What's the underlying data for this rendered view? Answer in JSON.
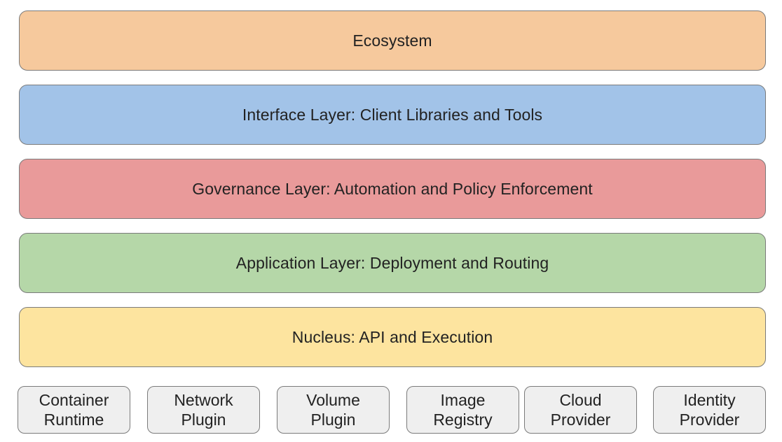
{
  "layers": [
    {
      "label": "Ecosystem",
      "color": "#f6c99d"
    },
    {
      "label": "Interface Layer: Client Libraries and Tools",
      "color": "#a2c3e8"
    },
    {
      "label": "Governance Layer: Automation and Policy Enforcement",
      "color": "#e99a9a"
    },
    {
      "label": "Application Layer: Deployment and Routing",
      "color": "#b5d7a8"
    },
    {
      "label": "Nucleus: API and Execution",
      "color": "#fde49f"
    }
  ],
  "plugins": [
    {
      "line1": "Container",
      "line2": "Runtime"
    },
    {
      "line1": "Network",
      "line2": "Plugin"
    },
    {
      "line1": "Volume",
      "line2": "Plugin"
    },
    {
      "line1": "Image",
      "line2": "Registry"
    },
    {
      "line1": "Cloud",
      "line2": "Provider"
    },
    {
      "line1": "Identity",
      "line2": "Provider"
    }
  ],
  "plugin_color": "#efefef"
}
